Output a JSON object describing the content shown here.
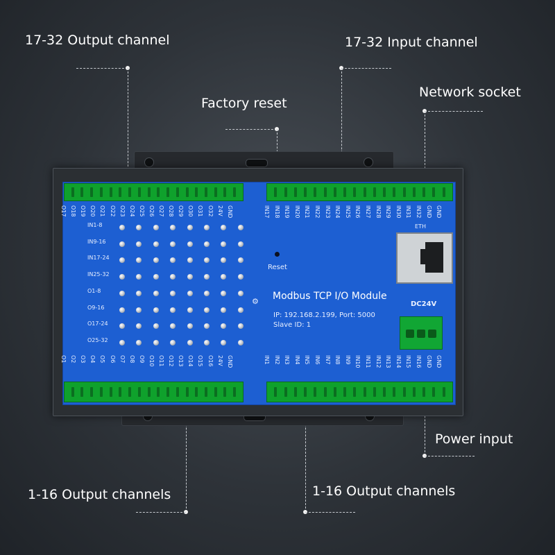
{
  "callouts": {
    "output_17_32": "17-32 Output channel",
    "input_17_32": "17-32 Input channel",
    "factory_reset": "Factory reset",
    "network_socket": "Network socket",
    "power_input": "Power input",
    "output_1_16_left": "1-16 Output channels",
    "output_1_16_right": "1-16 Output channels"
  },
  "module": {
    "title": "Modbus TCP I/O Module",
    "ip_line": "IP: 192.168.2.199, Port: 5000",
    "slave_line": "Slave ID: 1",
    "power_label": "DC24V",
    "reset_label": "Reset",
    "eth_label": "ETH"
  },
  "led_rows": [
    "IN1-8",
    "IN9-16",
    "IN17-24",
    "IN25-32",
    "O1-8",
    "O9-16",
    "O17-24",
    "O25-32"
  ],
  "terminals": {
    "top_left": [
      "O17",
      "O18",
      "O19",
      "O20",
      "O21",
      "O22",
      "O23",
      "O24",
      "O25",
      "O26",
      "O27",
      "O28",
      "O29",
      "O30",
      "O31",
      "O32",
      "24V",
      "GND"
    ],
    "top_right": [
      "IN17",
      "IN18",
      "IN19",
      "IN20",
      "IN21",
      "IN22",
      "IN23",
      "IN24",
      "IN25",
      "IN26",
      "IN27",
      "IN28",
      "IN29",
      "IN30",
      "IN31",
      "IN32",
      "GND",
      "GND"
    ],
    "bottom_left": [
      "O1",
      "O2",
      "O3",
      "O4",
      "O5",
      "O6",
      "O7",
      "O8",
      "O9",
      "O10",
      "O11",
      "O12",
      "O13",
      "O14",
      "O15",
      "O16",
      "24V",
      "GND"
    ],
    "bottom_right": [
      "IN1",
      "IN2",
      "IN3",
      "IN4",
      "IN5",
      "IN6",
      "IN7",
      "IN8",
      "IN9",
      "IN10",
      "IN11",
      "IN12",
      "IN13",
      "IN14",
      "IN15",
      "IN16",
      "GND",
      "GND"
    ]
  },
  "colors": {
    "panel": "#1d5fd2",
    "terminal": "#0fa12c",
    "background": "#2e3339"
  }
}
